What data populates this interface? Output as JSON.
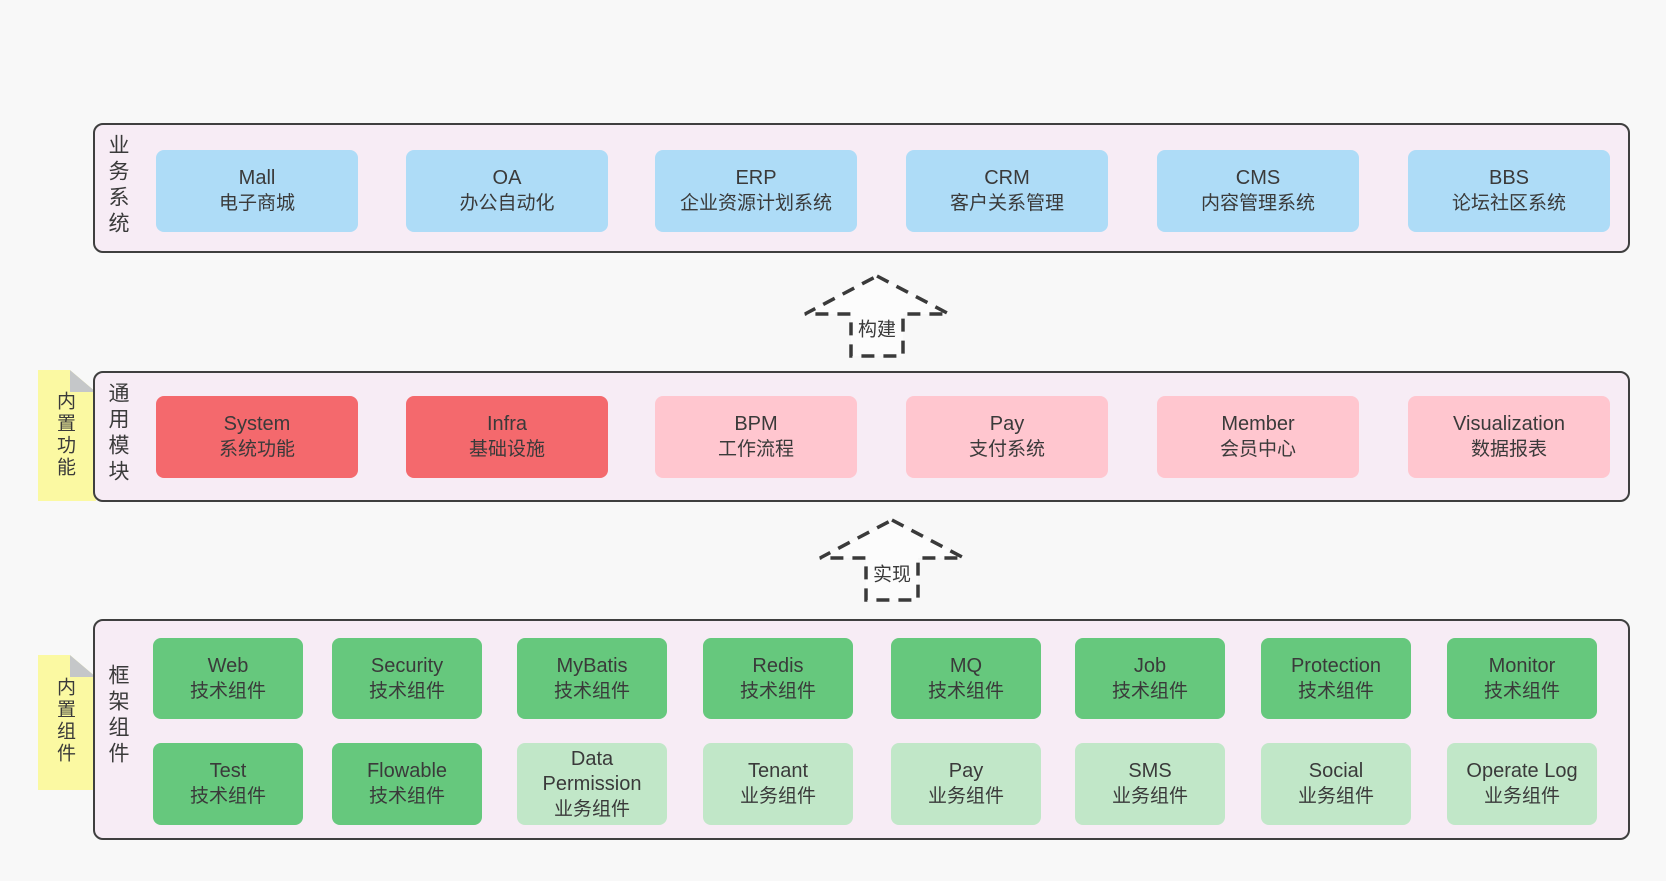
{
  "colors": {
    "page_bg": "#f8f8f8",
    "panel_bg": "#f7ecf5",
    "panel_border": "#3f3f3f",
    "blue": "#aedcf7",
    "red": "#f4696d",
    "pink": "#ffc6cf",
    "green_dark": "#66c87d",
    "green_light": "#c1e7c8",
    "sticky_yellow": "#fbf9a2",
    "text": "#3a3a3a"
  },
  "layers": {
    "business": {
      "label": "业务系统",
      "boxes": [
        {
          "name": "Mall",
          "desc": "电子商城"
        },
        {
          "name": "OA",
          "desc": "办公自动化"
        },
        {
          "name": "ERP",
          "desc": "企业资源计划系统"
        },
        {
          "name": "CRM",
          "desc": "客户关系管理"
        },
        {
          "name": "CMS",
          "desc": "内容管理系统"
        },
        {
          "name": "BBS",
          "desc": "论坛社区系统"
        }
      ]
    },
    "modules": {
      "label": "通用模块",
      "sticky": "内置功能",
      "boxes": [
        {
          "name": "System",
          "desc": "系统功能"
        },
        {
          "name": "Infra",
          "desc": "基础设施"
        },
        {
          "name": "BPM",
          "desc": "工作流程"
        },
        {
          "name": "Pay",
          "desc": "支付系统"
        },
        {
          "name": "Member",
          "desc": "会员中心"
        },
        {
          "name": "Visualization",
          "desc": "数据报表"
        }
      ]
    },
    "components": {
      "label": "框架组件",
      "sticky": "内置组件",
      "row1": [
        {
          "name": "Web",
          "desc": "技术组件"
        },
        {
          "name": "Security",
          "desc": "技术组件"
        },
        {
          "name": "MyBatis",
          "desc": "技术组件"
        },
        {
          "name": "Redis",
          "desc": "技术组件"
        },
        {
          "name": "MQ",
          "desc": "技术组件"
        },
        {
          "name": "Job",
          "desc": "技术组件"
        },
        {
          "name": "Protection",
          "desc": "技术组件"
        },
        {
          "name": "Monitor",
          "desc": "技术组件"
        }
      ],
      "row2": [
        {
          "name": "Test",
          "desc": "技术组件"
        },
        {
          "name": "Flowable",
          "desc": "技术组件"
        },
        {
          "name": "Data Permission",
          "desc": "业务组件"
        },
        {
          "name": "Tenant",
          "desc": "业务组件"
        },
        {
          "name": "Pay",
          "desc": "业务组件"
        },
        {
          "name": "SMS",
          "desc": "业务组件"
        },
        {
          "name": "Social",
          "desc": "业务组件"
        },
        {
          "name": "Operate Log",
          "desc": "业务组件"
        }
      ]
    }
  },
  "arrows": {
    "build": {
      "label": "构建"
    },
    "implement": {
      "label": "实现"
    }
  }
}
